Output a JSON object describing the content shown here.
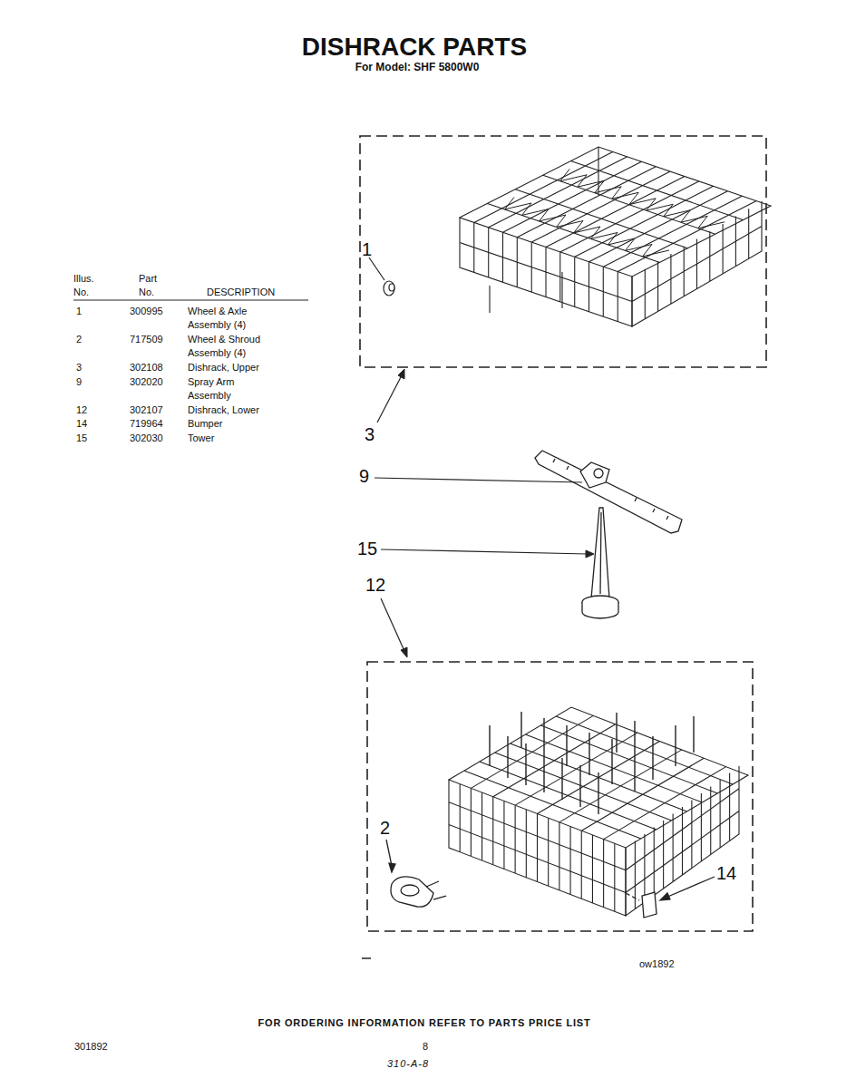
{
  "diagram": {
    "title": "DISHRACK PARTS",
    "labels": [
      "For Model: SHF 5800W0",
      "Illus. No.",
      "Part No.",
      "DESCRIPTION",
      "1",
      "300995",
      "Wheel & Axle Assembly (4)",
      "2",
      "717509",
      "Wheel & Shroud Assembly (4)",
      "3",
      "302108",
      "Dishrack, Upper",
      "9",
      "302020",
      "Spray Arm Assembly",
      "12",
      "302107",
      "Dishrack, Lower",
      "14",
      "719964",
      "Bumper",
      "15",
      "302030",
      "Tower",
      "1",
      "3",
      "9",
      "15",
      "12",
      "2",
      "14",
      "ow1892",
      "FOR ORDERING INFORMATION REFER TO PARTS PRICE LIST",
      "301892",
      "8",
      "310-A-8"
    ]
  }
}
